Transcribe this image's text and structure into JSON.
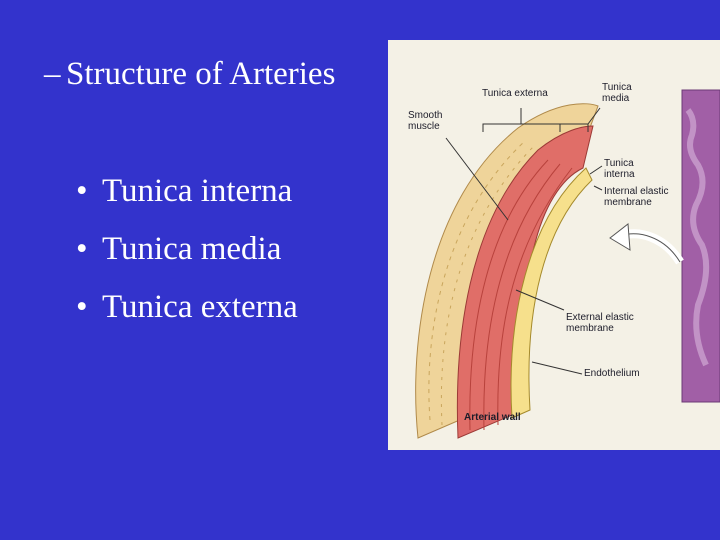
{
  "slide": {
    "heading": {
      "dash": "–",
      "text": "Structure of Arteries"
    },
    "bullet_glyph": "•",
    "bullets": [
      "Tunica interna",
      "Tunica media",
      "Tunica externa"
    ]
  },
  "figure": {
    "labels": {
      "smooth_muscle": "Smooth muscle",
      "tunica_externa": "Tunica externa",
      "tunica_media": "Tunica media",
      "tunica_interna": "Tunica interna",
      "internal_elastic_membrane": "Internal elastic membrane",
      "external_elastic_membrane": "External elastic membrane",
      "endothelium": "Endothelium",
      "arterial_wall": "Arterial wall"
    },
    "colors": {
      "background": "#3333cc",
      "externa": "#efd49a",
      "media": "#e06e68",
      "interna": "#f6e08c",
      "histology": "#a15fa6"
    }
  }
}
